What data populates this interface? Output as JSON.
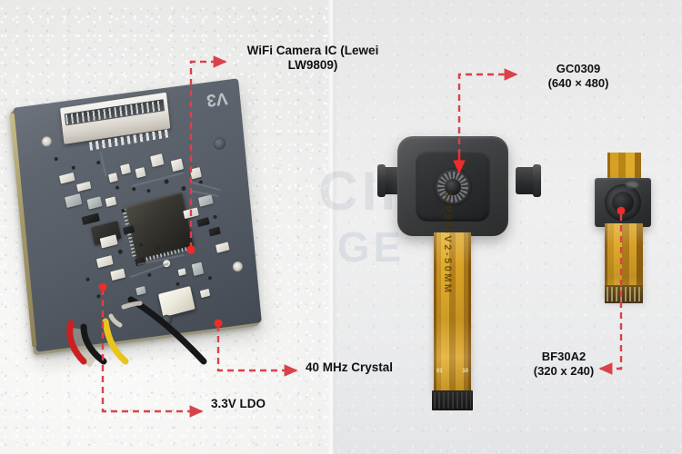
{
  "figure": {
    "kind": "annotated-product-photo-pair",
    "subject": "WiFi camera module PCB with two interchangeable camera sensor modules",
    "watermark": {
      "line1": "CIR",
      "line2": "GE"
    }
  },
  "colors": {
    "callout": "#d9424a",
    "callout_dot": "#ef2b2b",
    "label_text": "#111114",
    "panel_left_bg": "#f2f2f1",
    "panel_right_bg": "#eaeaea",
    "pcb_board": "#565d66",
    "pcb_edge_gold": "#a89c6c",
    "ribbon_gold": "#d9a327",
    "module_black": "#363839",
    "wire_red": "#cc1f22",
    "wire_black": "#17171a",
    "wire_yellow": "#e8c41d"
  },
  "panels": {
    "left": {
      "caption": "",
      "subject": "camera control PCB, top view, rotated"
    },
    "right": {
      "caption": "",
      "subject": "two camera sensor modules side by side"
    }
  },
  "pcb": {
    "silkscreen": "V3",
    "connector": "FFC ribbon socket",
    "wire_colors": [
      "red",
      "black",
      "black",
      "yellow"
    ]
  },
  "modules": {
    "gc0309": {
      "ribbon_marking": "T-P29-V2-50MM",
      "pin_first": "01",
      "pin_last": "10"
    },
    "bf30a2": {
      "ribbon_marking": ""
    }
  },
  "annotations": [
    {
      "id": "wifi-ic",
      "label": "WiFi Camera IC (Lewei\nLW9809)",
      "target": "main QFN system-on-chip at centre of PCB",
      "arrow": "elbow, vertical down then horizontal right to text"
    },
    {
      "id": "crystal",
      "label": "40 MHz Crystal",
      "target": "white rectangular crystal can near lower edge of PCB",
      "arrow": "elbow, vertical down then horizontal right to text"
    },
    {
      "id": "ldo",
      "label": "3.3V LDO",
      "target": "small black regulator package on left side of PCB",
      "arrow": "elbow, vertical down then horizontal right to text"
    },
    {
      "id": "gc0309",
      "label": "GC0309\n(640 × 480)",
      "target": "lens of the larger housed camera module",
      "arrow": "elbow, vertical up then horizontal right to text"
    },
    {
      "id": "bf30a2",
      "label": "BF30A2\n(320 x 240)",
      "target": "lens of the small bare sensor module",
      "arrow": "elbow, vertical down then horizontal left to text"
    }
  ]
}
